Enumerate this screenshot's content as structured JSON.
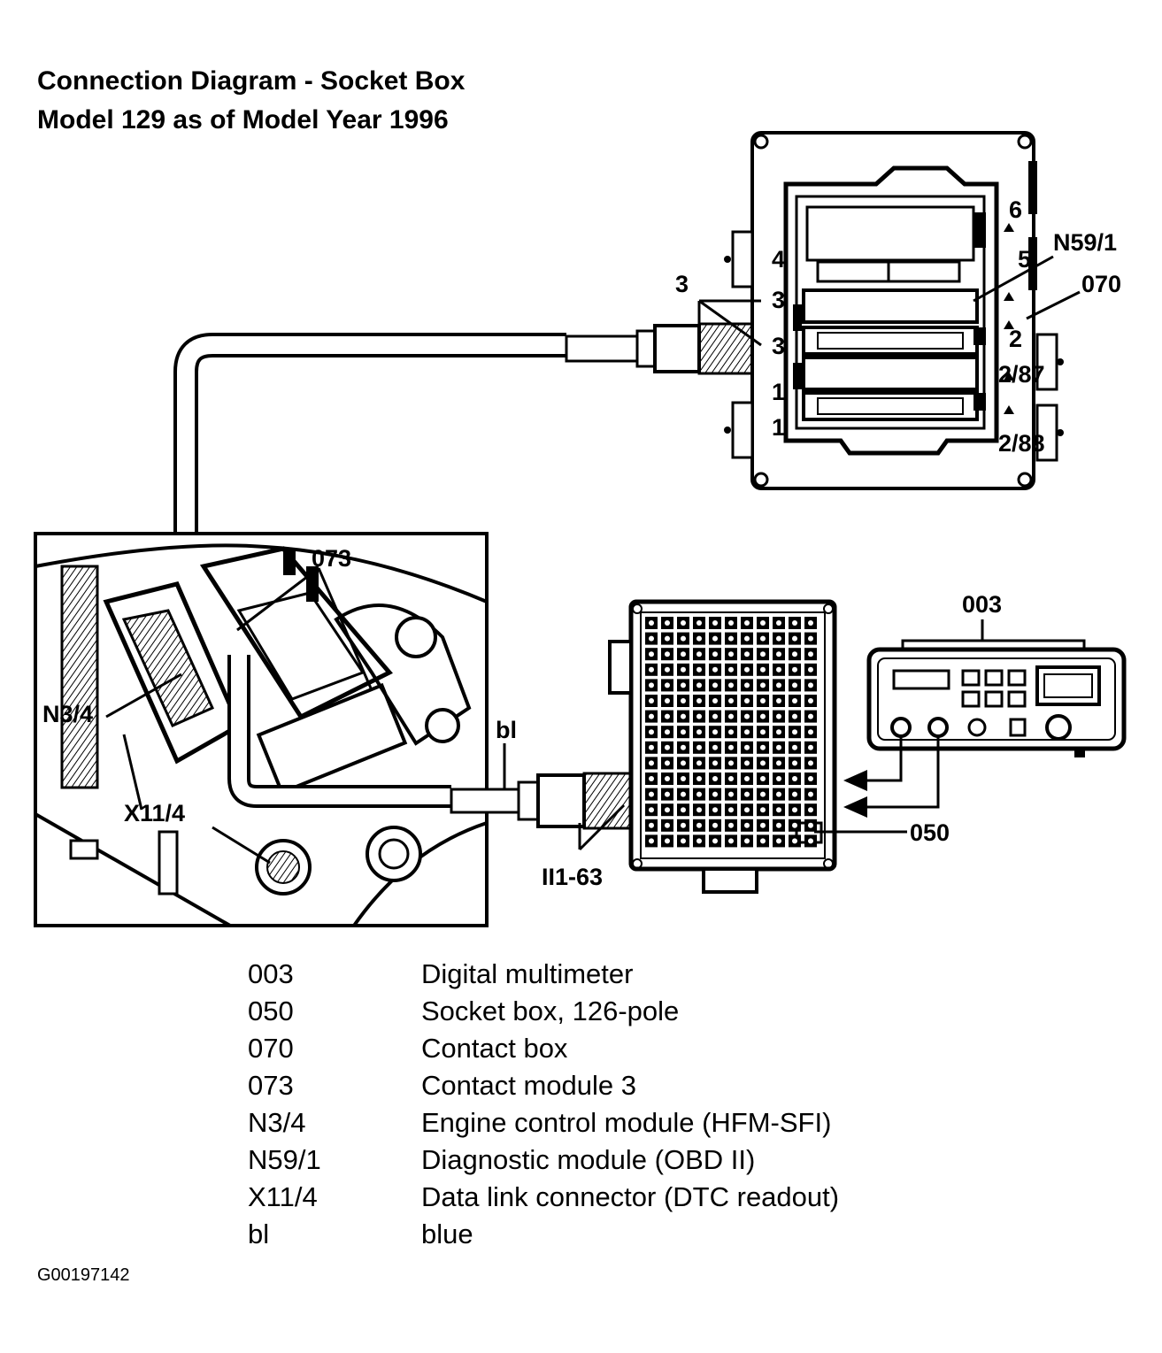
{
  "title": {
    "line1": "Connection Diagram - Socket Box",
    "line2": "Model 129 as of Model Year 1996"
  },
  "callouts": {
    "c3": "3",
    "n59_1": "N59/1",
    "c070": "070",
    "c073": "073",
    "c003": "003",
    "n3_4": "N3/4",
    "bl": "bl",
    "x11_4": "X11/4",
    "c050": "050",
    "range": "II1-63"
  },
  "contact_box_marks": {
    "left_4": "4",
    "left_3a": "3",
    "left_3b": "3",
    "left_1": "1",
    "left_1b": "1",
    "right_6": "6",
    "right_5": "5",
    "right_2": "2",
    "right_2_87": "2/87",
    "right_2_88": "2/88"
  },
  "legend": [
    {
      "code": "003",
      "desc": "Digital multimeter"
    },
    {
      "code": "050",
      "desc": "Socket box, 126-pole"
    },
    {
      "code": "070",
      "desc": "Contact box"
    },
    {
      "code": "073",
      "desc": "Contact module 3"
    },
    {
      "code": "N3/4",
      "desc": "Engine control module (HFM-SFI)"
    },
    {
      "code": "N59/1",
      "desc": "Diagnostic module (OBD II)"
    },
    {
      "code": "X11/4",
      "desc": "Data link connector (DTC readout)"
    },
    {
      "code": "bl",
      "desc": "blue"
    }
  ],
  "figure_id": "G00197142"
}
